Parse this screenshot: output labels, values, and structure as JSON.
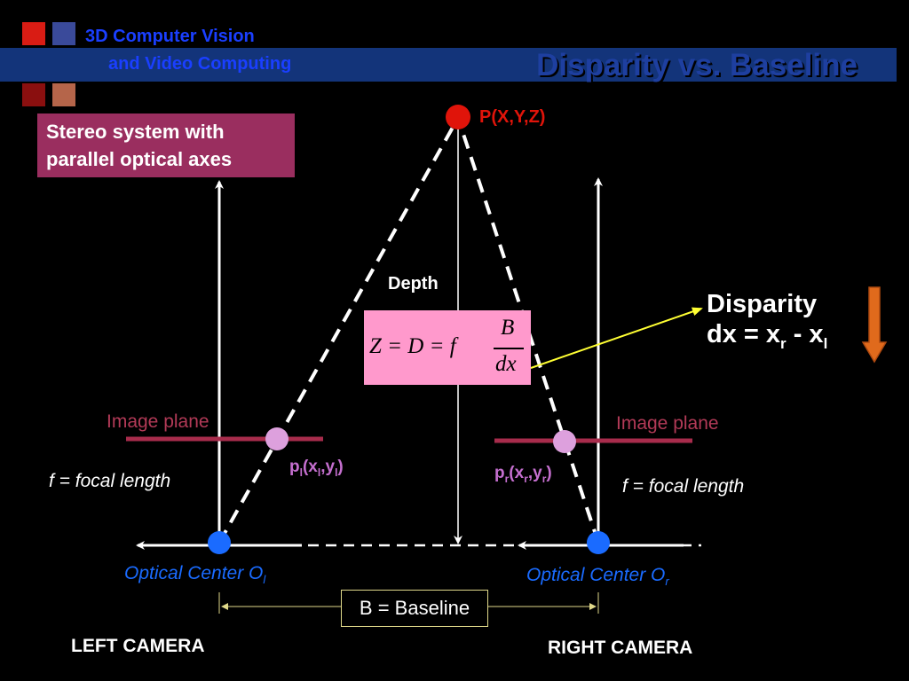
{
  "header": {
    "course_line1": "3D Computer Vision",
    "course_line2": "and Video Computing",
    "slide_title": "Disparity vs. Baseline",
    "logo_colors": [
      "#d91c14",
      "#3a4a9a",
      "#e06a1c",
      "#b0203a",
      "#8a0f0f",
      "#b5654a"
    ]
  },
  "note": {
    "line1": "Stereo system with",
    "line2": "parallel optical axes"
  },
  "diagram": {
    "point_label": "P(X,Y,Z)",
    "depth_label": "Depth",
    "image_plane_left": "Image plane",
    "image_plane_right": "Image plane",
    "focal_left": "f = focal length",
    "focal_right": "f = focal length",
    "pl_label": {
      "p": "p",
      "sub_l": "l",
      "x": "(x",
      "sub_xl": "l",
      "comma": ",y",
      "sub_yl": "l",
      "close": ")"
    },
    "pr_label": {
      "p": "p",
      "sub_r": "r",
      "x": "(x",
      "sub_xr": "r",
      "comma": ",y",
      "sub_yr": "r",
      "close": ")"
    },
    "optical_left": {
      "text": "Optical Center O",
      "sub": "l"
    },
    "optical_right": {
      "text": "Optical Center O",
      "sub": "r"
    },
    "baseline_label": "B = Baseline",
    "left_camera": "LEFT CAMERA",
    "right_camera": "RIGHT CAMERA",
    "formula": {
      "lhs": "Z = D = f",
      "num": "B",
      "den": "dx"
    },
    "disparity": {
      "title": "Disparity",
      "eq_prefix": "dx = x",
      "sub_r": "r",
      "minus": " - x",
      "sub_l": "l"
    }
  }
}
